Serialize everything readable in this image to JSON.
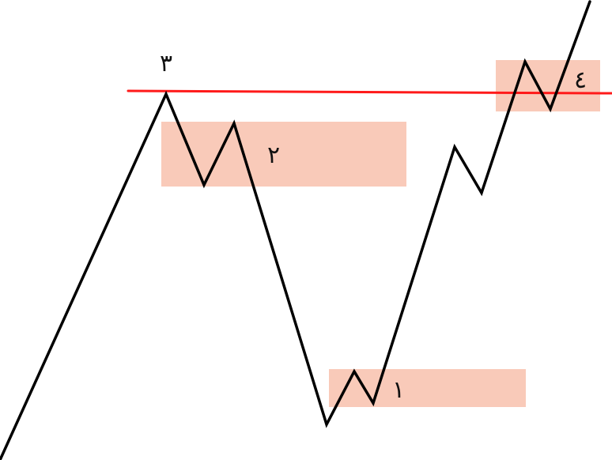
{
  "diagram": {
    "labels": {
      "zone_1": "١",
      "zone_2": "٢",
      "peak_3": "٣",
      "zone_4": "٤"
    },
    "colors": {
      "price_line": "#000000",
      "resistance_line": "#ff1a1a",
      "zone_fill": "#f7b8a2"
    }
  }
}
